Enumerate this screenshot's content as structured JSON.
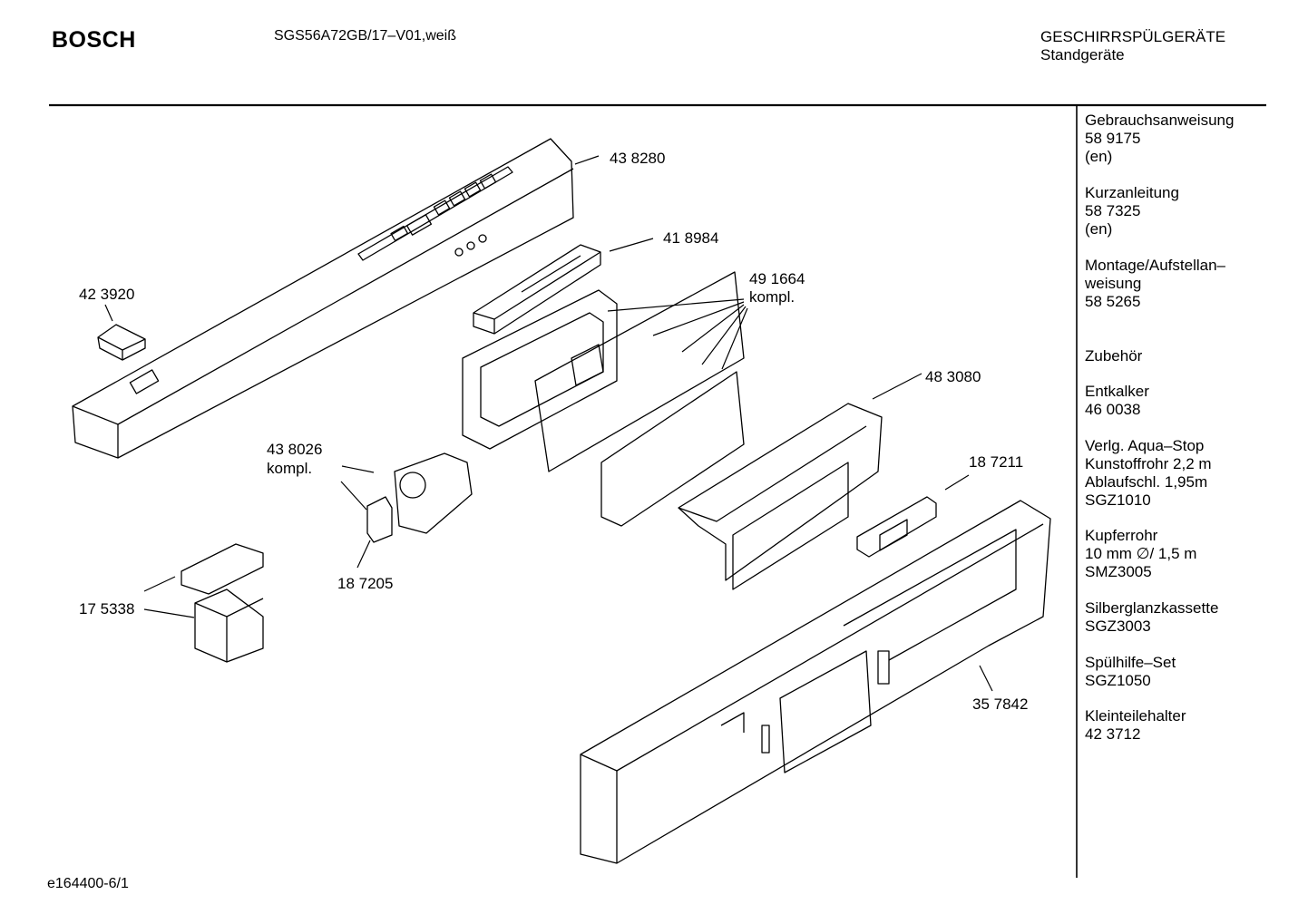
{
  "header": {
    "brand": "BOSCH",
    "model": "SGS56A72GB/17–V01,weiß",
    "category": "GESCHIRRSPÜLGERÄTE",
    "subcategory": "Standgeräte"
  },
  "footer": {
    "doc_id": "e164400-6/1"
  },
  "part_labels": {
    "p438280": "43 8280",
    "p418984": "41 8984",
    "p491664": "49 1664",
    "p491664_note": "kompl.",
    "p423920": "42 3920",
    "p483080": "48 3080",
    "p438026": "43 8026",
    "p438026_note": "kompl.",
    "p187211": "18 7211",
    "p187205": "18 7205",
    "p175338": "17 5338",
    "p357842": "35 7842"
  },
  "sidebar": {
    "groups": [
      [
        "Gebrauchsanweisung",
        "58 9175",
        "(en)"
      ],
      [
        "Kurzanleitung",
        "58 7325",
        "(en)"
      ],
      [
        "Montage/Aufstellan–",
        "weisung",
        "58 5265"
      ],
      [
        "Zubehör"
      ],
      [
        "Entkalker",
        "46 0038"
      ],
      [
        "Verlg. Aqua–Stop",
        "Kunstoffrohr 2,2 m",
        "Ablaufschl. 1,95m",
        "SGZ1010"
      ],
      [
        "Kupferrohr",
        "10 mm ∅/ 1,5 m",
        "SMZ3005"
      ],
      [
        "Silberglanzkassette",
        "SGZ3003"
      ],
      [
        "Spülhilfe–Set",
        "SGZ1050"
      ],
      [
        "Kleinteilehalter",
        "42 3712"
      ]
    ]
  }
}
